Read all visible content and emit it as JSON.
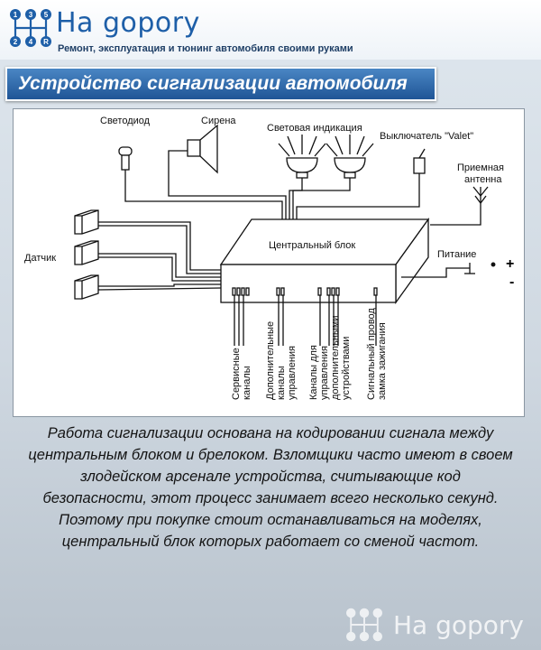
{
  "header": {
    "site_name": "На gopory",
    "tagline": "Ремонт, эксплуатация и тюнинг автомобиля своими руками",
    "gear_digits": [
      "1",
      "3",
      "5",
      "2",
      "4",
      "R"
    ]
  },
  "banner": {
    "title": "Устройство сигнализации автомобиля"
  },
  "diagram": {
    "led": "Светодиод",
    "siren": "Сирена",
    "light_indication": "Световая индикация",
    "valet_switch": "Выключатель \"Valet\"",
    "antenna_line1": "Приемная",
    "antenna_line2": "антенна",
    "sensor": "Датчик",
    "central_block": "Центральный блок",
    "power": "Питание",
    "plus": "+",
    "minus": "-",
    "channels": [
      {
        "lines": [
          "Сервисные",
          "каналы"
        ]
      },
      {
        "lines": [
          "Дополнительные",
          "каналы",
          "управления"
        ]
      },
      {
        "lines": [
          "Каналы для",
          "управления",
          "дополнительными",
          "устройствами"
        ]
      },
      {
        "lines": [
          "Сигнальный провод",
          "замка зажигания"
        ]
      }
    ]
  },
  "description": "Работа сигнализации основана на кодировании сигнала между центральным блоком и брелоком. Взломщики часто имеют в своем злодейском арсенале устройства, считывающие код безопасности, этот процесс занимает всего несколько секунд. Поэтому при покупке стоит останавливаться на моделях, центральный блок которых работает со сменой частот.",
  "footer": {
    "site_name": "На gopory"
  },
  "colors": {
    "brand_blue": "#1e5fa8",
    "banner_blue": "#2a62a4"
  }
}
